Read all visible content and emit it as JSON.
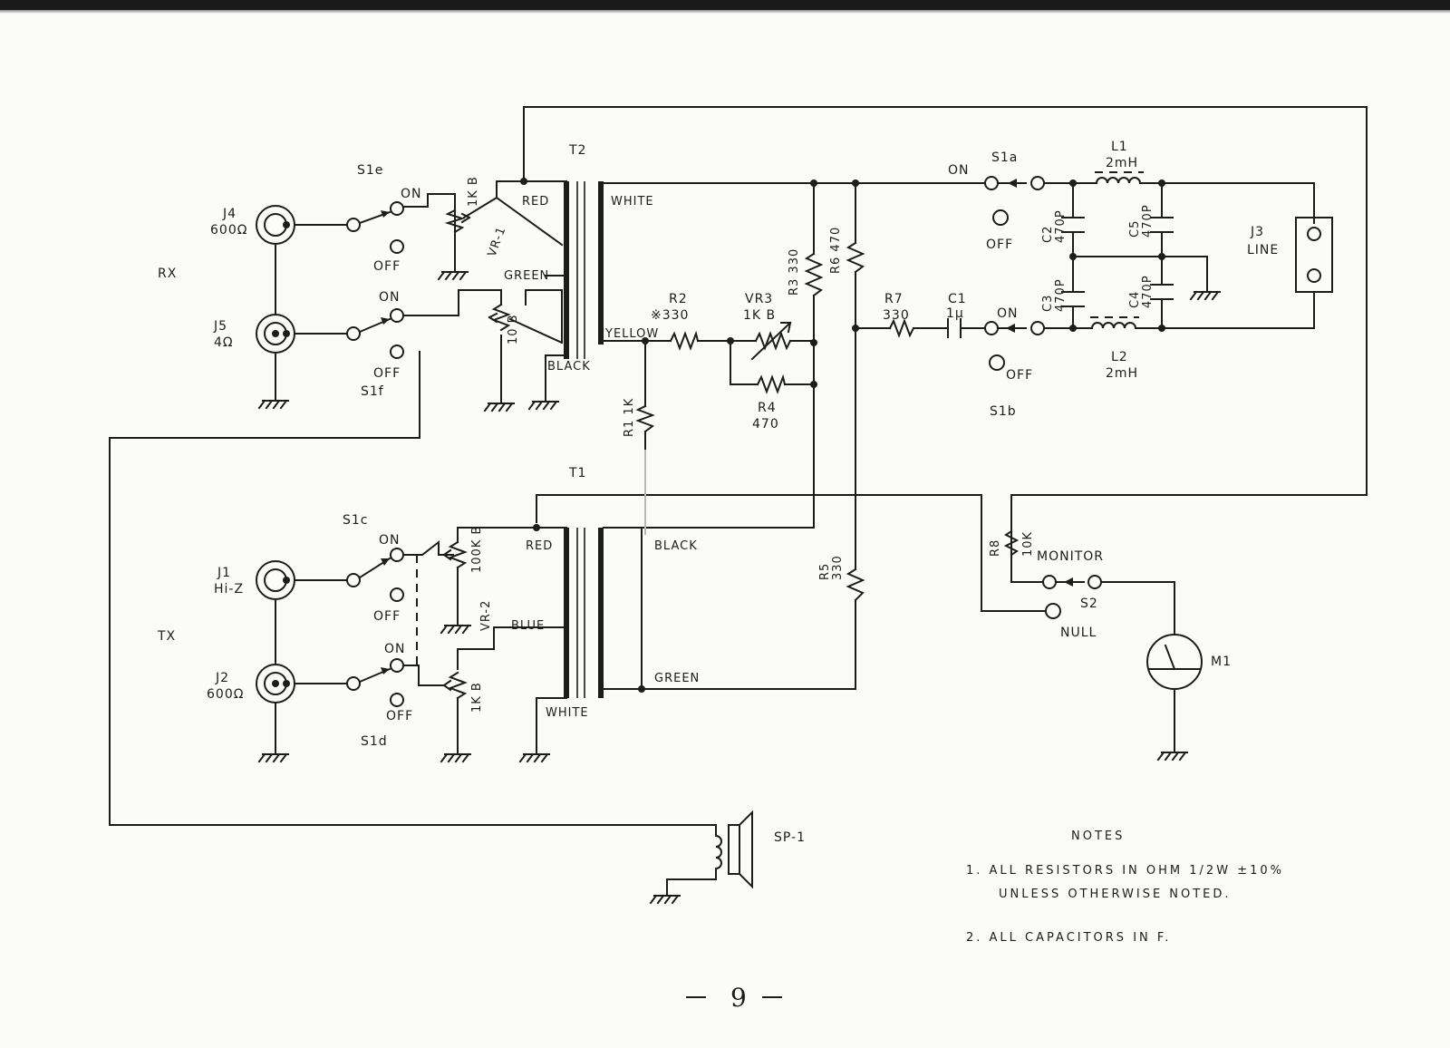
{
  "page_number": "9",
  "notes": {
    "heading": "NOTES",
    "line1": "1.  ALL   RESISTORS  IN  OHM   1/2W ±10%",
    "line2": "UNLESS   OTHERWISE  NOTED.",
    "line3": "2.  ALL   CAPACITORS  IN  F."
  },
  "sections": {
    "rx": "RX",
    "tx": "TX"
  },
  "jacks": {
    "j4": "J4",
    "j4_val": "600Ω",
    "j5": "J5",
    "j5_val": "4Ω",
    "j1": "J1",
    "j1_val": "Hi-Z",
    "j2": "J2",
    "j2_val": "600Ω",
    "j3": "J3",
    "j3_val": "LINE"
  },
  "switches": {
    "s1e": "S1e",
    "s1f": "S1f",
    "s1c": "S1c",
    "s1d": "S1d",
    "s1a": "S1a",
    "s1b": "S1b",
    "s2": "S2",
    "on": "ON",
    "off": "OFF",
    "monitor": "MONITOR",
    "null": "NULL"
  },
  "transformers": {
    "t1": "T1",
    "t2": "T2"
  },
  "wires": {
    "red": "RED",
    "white": "WHITE",
    "green": "GREEN",
    "black": "BLACK",
    "yellow": "YELLOW",
    "blue": "BLUE"
  },
  "pots": {
    "vr1": "VR-1",
    "vr1_top": "1K B",
    "vr1_bot": "10 B",
    "vr2": "VR-2",
    "vr2_top": "100K B",
    "vr2_bot": "1K B",
    "vr3": "VR3",
    "vr3_val": "1K  B"
  },
  "resistors": {
    "r1": "R1 1K",
    "r2": "R2",
    "r2_val": "※330",
    "r3": "R3 330",
    "r4": "R4",
    "r4_val": "470",
    "r5": "R5",
    "r5_val": "330",
    "r6": "R6 470",
    "r7": "R7",
    "r7_val": "330",
    "r8": "R8",
    "r8_val": "10K"
  },
  "capacitors": {
    "c1": "C1",
    "c1_val": "1μ",
    "c2": "C2",
    "c2_val": "470P",
    "c3": "C3",
    "c3_val": "470P",
    "c4": "C4",
    "c4_val": "470P",
    "c5": "C5",
    "c5_val": "470P"
  },
  "inductors": {
    "l1": "L1",
    "l1_val": "2mH",
    "l2": "L2",
    "l2_val": "2mH"
  },
  "meter": "M1",
  "speaker": "SP-1"
}
